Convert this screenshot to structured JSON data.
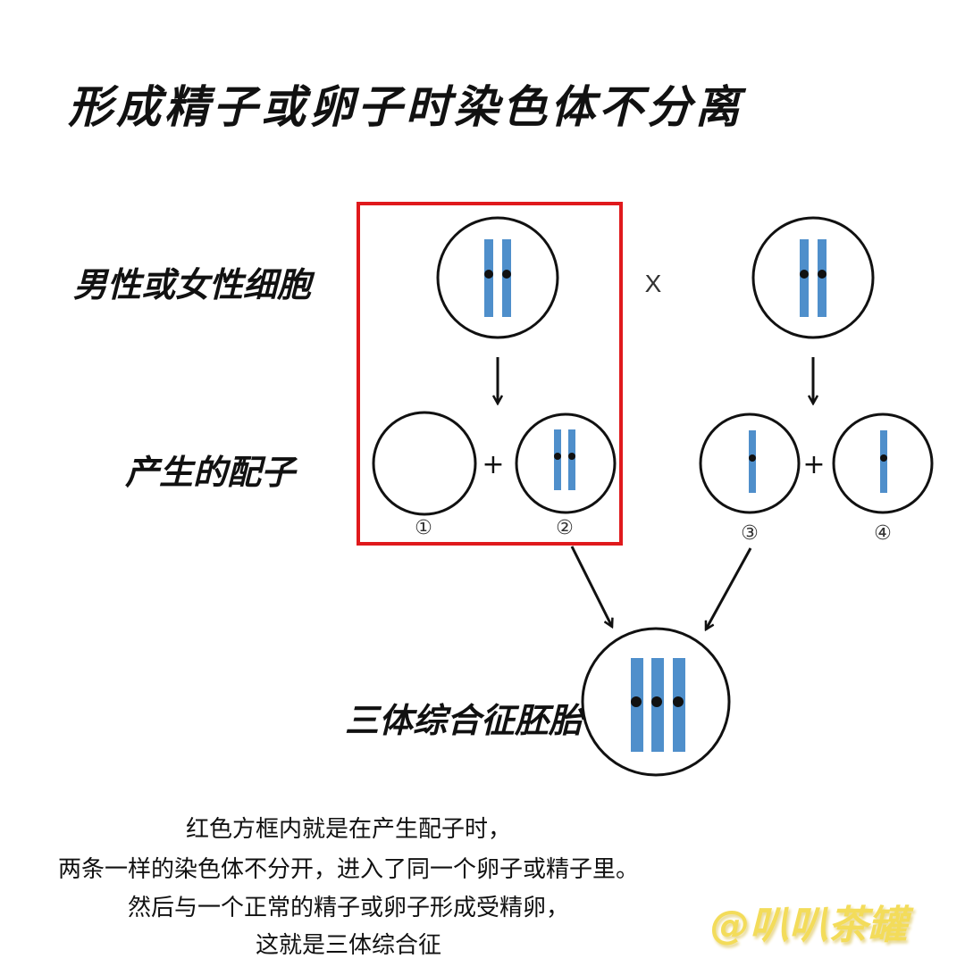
{
  "title": "形成精子或卵子时染色体不分离",
  "labels": {
    "cell": "男性或女性细胞",
    "gametes": "产生的配子",
    "embryo": "三体综合征胚胎"
  },
  "symbols": {
    "cross": "X",
    "plus": "+"
  },
  "gamete_numbers": [
    "①",
    "②",
    "③",
    "④"
  ],
  "caption": [
    "红色方框内就是在产生配子时，",
    "两条一样的染色体不分开，进入了同一个卵子或精子里。",
    "然后与一个正常的精子或卵子形成受精卵，",
    "这就是三体综合征"
  ],
  "watermark": "@叭叭茶罐",
  "colors": {
    "chromosome": "#4f8fcb",
    "highlight_box": "#e0191c",
    "watermark": "#f3dc5a"
  }
}
